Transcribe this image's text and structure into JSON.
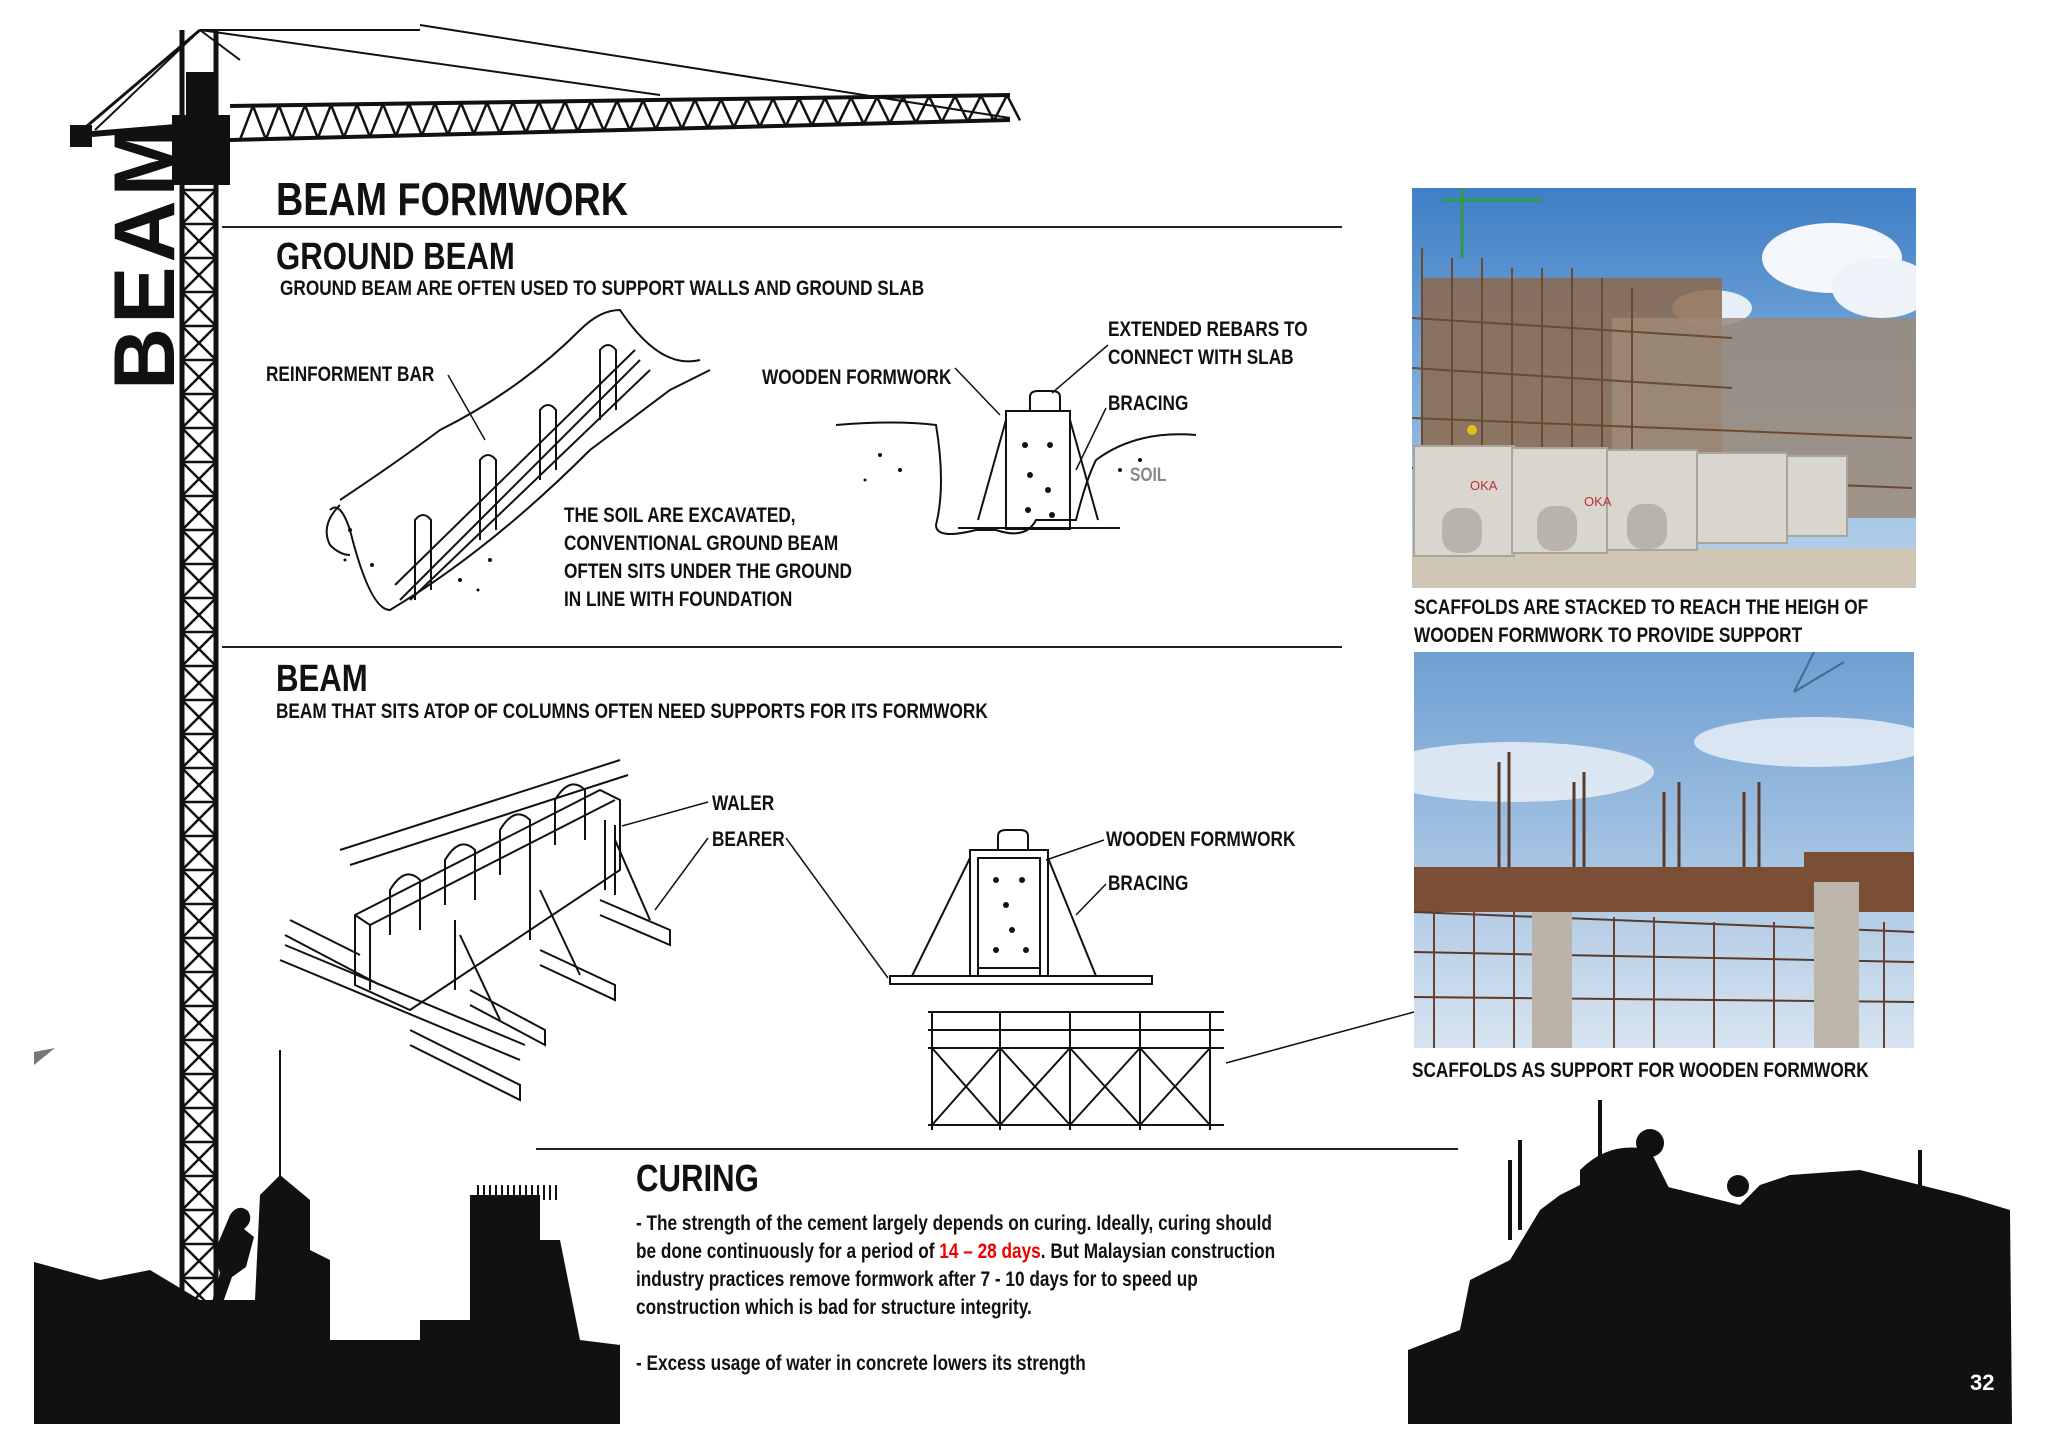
{
  "page": {
    "side_title": "BEAM",
    "title": "BEAM FORMWORK",
    "page_number": "32"
  },
  "ground_beam": {
    "heading": "GROUND BEAM",
    "subtitle": "GROUND BEAM ARE OFTEN USED TO SUPPORT WALLS AND GROUND SLAB",
    "label_reinforcement": "REINFORMENT BAR",
    "label_wooden": "WOODEN FORMWORK",
    "label_rebars_1": "EXTENDED REBARS TO",
    "label_rebars_2": "CONNECT WITH SLAB",
    "label_bracing": "BRACING",
    "label_soil": "SOIL",
    "note_1": "THE SOIL ARE EXCAVATED,",
    "note_2": "CONVENTIONAL GROUND BEAM",
    "note_3": "OFTEN SITS UNDER THE GROUND",
    "note_4": "IN LINE WITH FOUNDATION"
  },
  "beam": {
    "heading": "BEAM",
    "subtitle": "BEAM THAT SITS ATOP OF COLUMNS OFTEN NEED SUPPORTS FOR ITS FORMWORK",
    "label_waler": "WALER",
    "label_bearer": "BEARER",
    "label_wooden": "WOODEN FORMWORK",
    "label_bracing": "BRACING"
  },
  "photos": {
    "caption_top_1": "SCAFFOLDS ARE STACKED TO REACH THE HEIGH OF",
    "caption_top_2": "WOODEN FORMWORK TO PROVIDE SUPPORT",
    "caption_bottom": "SCAFFOLDS AS SUPPORT FOR WOODEN FORMWORK",
    "mark_1": "OKA",
    "mark_2": "OKA"
  },
  "curing": {
    "heading": "CURING",
    "p1_a": "- The strength of the cement largely depends on curing. Ideally, curing should",
    "p1_b": "be done continuously for a period of ",
    "p1_highlight": "14 – 28 days",
    "p1_c": ". But Malaysian construction",
    "p1_d": "industry practices remove formwork after 7 - 10 days for to speed up",
    "p1_e": "construction which is bad for structure integrity.",
    "p2": "- Excess usage of water in concrete lowers its strength"
  }
}
